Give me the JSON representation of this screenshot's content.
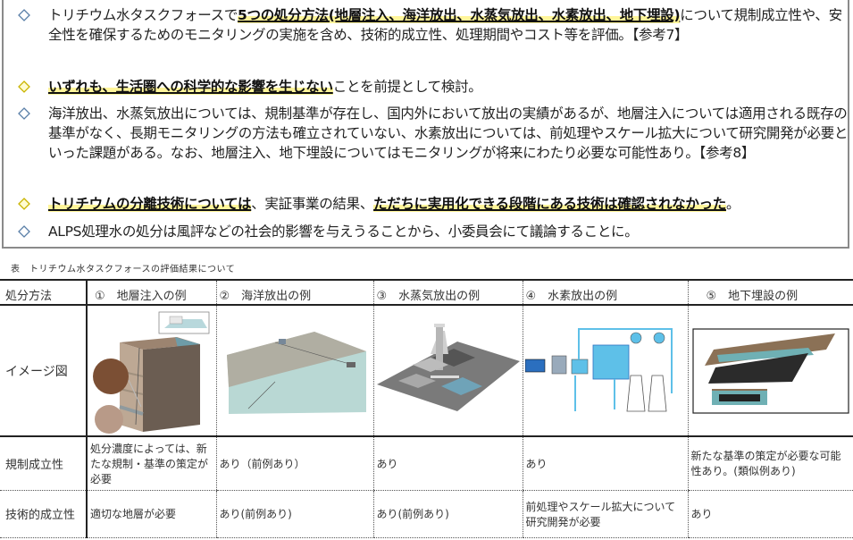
{
  "summary": {
    "bullets": [
      {
        "style": "normal",
        "segments": [
          {
            "text": "トリチウム水タスクフォースで",
            "highlight": false
          },
          {
            "text": "5つの処分方法(地層注入、海洋放出、水蒸気放出、水素放出、地下埋設)",
            "highlight": true
          },
          {
            "text": "について規制成立性や、安全性を確保するためのモニタリングの実施を含め、技術的成立性、処理期間やコスト等を評価。【参考7】",
            "highlight": false
          }
        ]
      },
      {
        "style": "highlight",
        "segments": [
          {
            "text": "いずれも、生活圏への科学的な影響を生じない",
            "highlight": true
          },
          {
            "text": "ことを前提として検討。",
            "highlight": false
          }
        ]
      },
      {
        "style": "normal",
        "segments": [
          {
            "text": "海洋放出、水蒸気放出については、規制基準が存在し、国内外において放出の実績があるが、地層注入については適用される既存の基準がなく、長期モニタリングの方法も確立されていない、水素放出については、前処理やスケール拡大について研究開発が必要といった課題がある。なお、地層注入、地下埋設についてはモニタリングが将来にわたり必要な可能性あり。【参考8】",
            "highlight": false
          }
        ]
      },
      {
        "style": "highlight",
        "segments": [
          {
            "text": "トリチウムの分離技術については",
            "highlight": true
          },
          {
            "text": "、実証事業の結果、",
            "highlight": false
          },
          {
            "text": "ただちに実用化できる段階にある技術は確認されなかった",
            "highlight": true
          },
          {
            "text": "。",
            "highlight": false
          }
        ]
      },
      {
        "style": "normal",
        "segments": [
          {
            "text": "ALPS処理水の処分は風評などの社会的影響を与えうることから、小委員会にて議論することに。",
            "highlight": false
          }
        ]
      }
    ],
    "diamond_colors": {
      "normal": "#5a7fa8",
      "highlight": "#c9b400"
    },
    "highlight_color": "#fff59a"
  },
  "table": {
    "caption": "表　トリチウム水タスクフォースの評価結果について",
    "header": {
      "label": "処分方法",
      "columns": [
        "①　地層注入の例",
        "②　海洋放出の例",
        "③　水蒸気放出の例",
        "④　水素放出の例",
        "⑤　地下埋設の例"
      ]
    },
    "image_row": {
      "label": "イメージ図",
      "images": [
        "geological-injection-diagram",
        "ocean-discharge-diagram",
        "vapor-release-diagram",
        "hydrogen-release-diagram",
        "underground-burial-diagram"
      ]
    },
    "rows": [
      {
        "label": "規制成立性",
        "cells": [
          "処分濃度によっては、新たな規制・基準の策定が必要",
          "あり（前例あり）",
          "あり",
          "あり",
          "新たな基準の策定が必要な可能性あり。(類似例あり)"
        ]
      },
      {
        "label": "技術的成立性",
        "cells": [
          "適切な地層が必要",
          "あり(前例あり)",
          "あり(前例あり)",
          "前処理やスケール拡大について研究開発が必要",
          "あり"
        ]
      }
    ]
  }
}
